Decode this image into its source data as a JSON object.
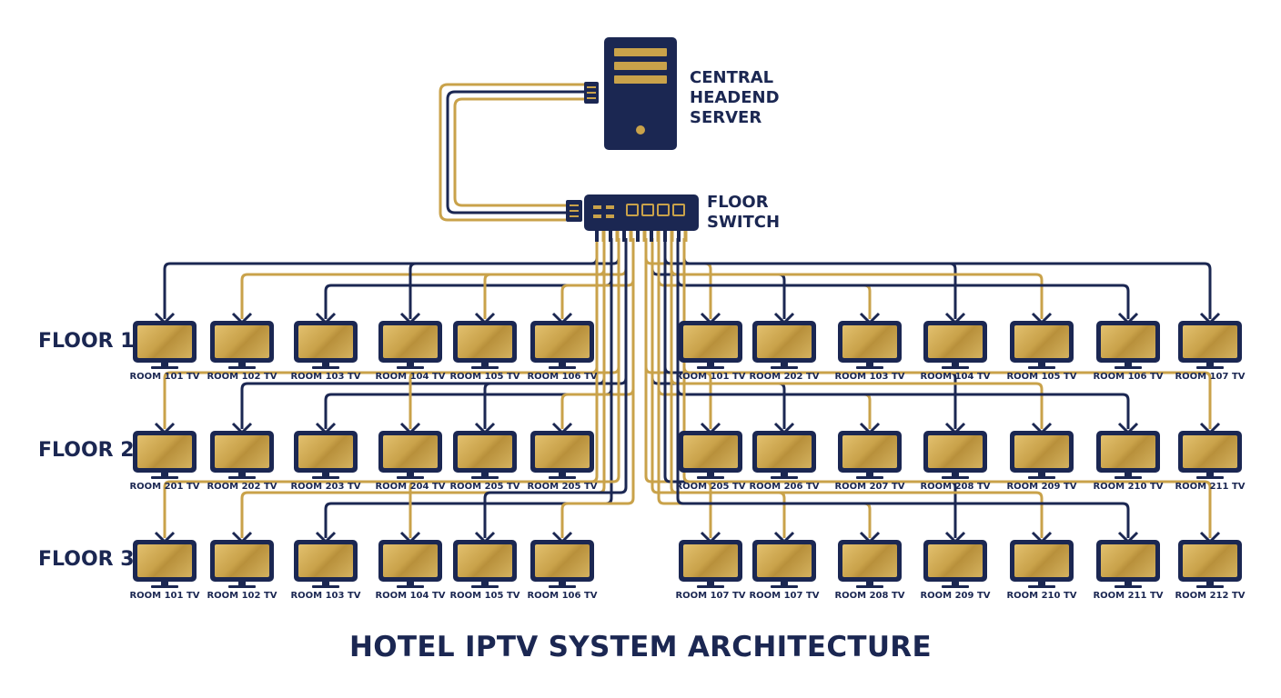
{
  "server": {
    "label_lines": [
      "CENTRAL",
      "HEADEND",
      "SERVER"
    ]
  },
  "switch": {
    "label_lines": [
      "FLOOR",
      "SWITCH"
    ]
  },
  "title": "HOTEL IPTV SYSTEM ARCHITECTURE",
  "colors": {
    "navy": "#1b2752",
    "gold": "#c9a24a"
  },
  "floors": [
    {
      "label": "FLOOR 1",
      "left_rooms": [
        "ROOM 101 TV",
        "ROOM 102 TV",
        "ROOM 103 TV",
        "ROOM 104 TV",
        "ROOM 105 TV",
        "ROOM 106 TV"
      ],
      "right_rooms": [
        "ROOM 101 TV",
        "ROOM 202 TV",
        "ROOM 103 TV",
        "ROOM 104 TV",
        "ROOM 105 TV",
        "ROOM 106 TV",
        "ROOM 107 TV"
      ]
    },
    {
      "label": "FLOOR 2",
      "left_rooms": [
        "ROOM 201 TV",
        "ROOM 202 TV",
        "ROOM 203 TV",
        "ROOM 204 TV",
        "ROOM 205 TV",
        "ROOM 205 TV"
      ],
      "right_rooms": [
        "ROOM 205 TV",
        "ROOM 206 TV",
        "ROOM 207 TV",
        "ROOM 208 TV",
        "ROOM 209 TV",
        "ROOM 210 TV",
        "ROOM 211 TV"
      ]
    },
    {
      "label": "FLOOR 3",
      "left_rooms": [
        "ROOM 101 TV",
        "ROOM 102 TV",
        "ROOM 103 TV",
        "ROOM 104 TV",
        "ROOM 105 TV",
        "ROOM 106 TV"
      ],
      "right_rooms": [
        "ROOM 107 TV",
        "ROOM 107 TV",
        "ROOM 208 TV",
        "ROOM 209 TV",
        "ROOM 210 TV",
        "ROOM 211 TV",
        "ROOM 212 TV"
      ]
    }
  ]
}
